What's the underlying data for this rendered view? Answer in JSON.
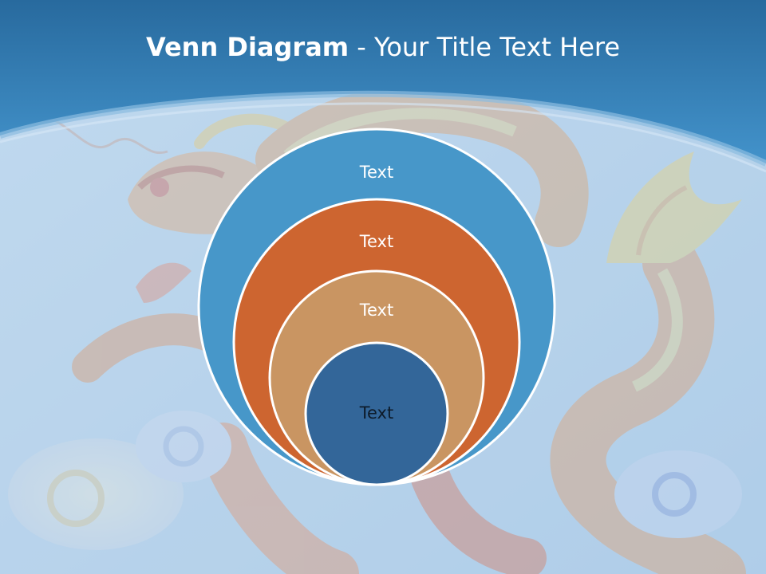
{
  "slide": {
    "title_bold": "Venn Diagram",
    "title_rest": " - Your Title Text Here",
    "background_motif": "golden-dragon-with-clouds"
  },
  "venn": {
    "circles": [
      {
        "label": "Text",
        "color": "#4797c9"
      },
      {
        "label": "Text",
        "color": "#cd6530"
      },
      {
        "label": "Text",
        "color": "#c99562"
      },
      {
        "label": "Text",
        "color": "#336699"
      }
    ]
  },
  "colors": {
    "header_top": "#2a6ea3",
    "header_bottom": "#3f90c8",
    "body_background": "#b8d4ec"
  }
}
